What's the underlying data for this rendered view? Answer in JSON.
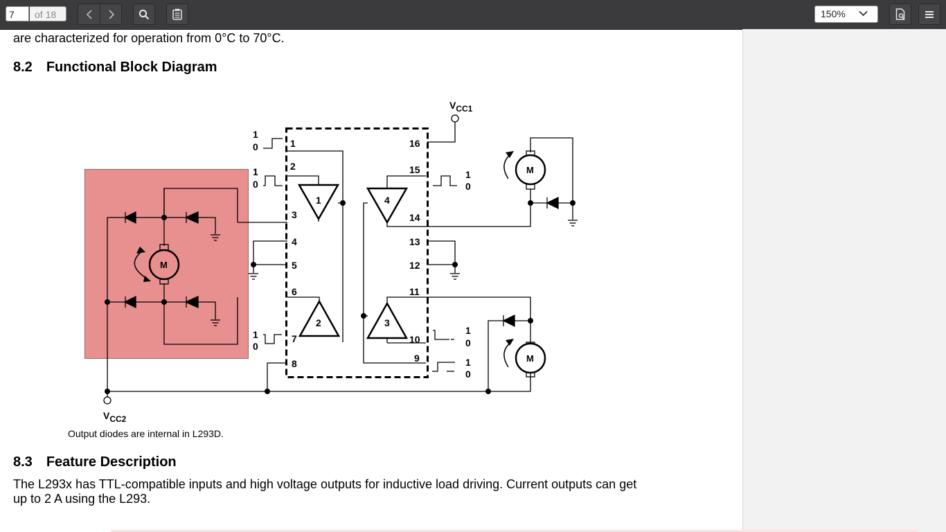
{
  "toolbar": {
    "page_number": "7",
    "page_count_label": "of 18",
    "zoom_value": "150%",
    "icons": [
      "chevron-left-icon",
      "chevron-right-icon",
      "search-icon",
      "annotate-icon",
      "document-properties-icon",
      "menu-icon"
    ]
  },
  "document": {
    "top_line_fragment": "are characterized for operation from 0°C to 70°C.",
    "section_8_2": {
      "number": "8.2",
      "title": "Functional Block Diagram"
    },
    "diagram": {
      "vcc1_main": "V",
      "vcc1_sub": "CC1",
      "vcc2_main": "V",
      "vcc2_sub": "CC2",
      "pins_left": [
        "1",
        "2",
        "3",
        "4",
        "5",
        "6",
        "7",
        "8"
      ],
      "pins_right": [
        "16",
        "15",
        "14",
        "13",
        "12",
        "11",
        "10",
        "9"
      ],
      "drivers": [
        "1",
        "2",
        "3",
        "4"
      ],
      "motor_label": "M",
      "logic_high": "1",
      "logic_low": "0"
    },
    "caption": "Output diodes are internal in L293D.",
    "section_8_3": {
      "number": "8.3",
      "title": "Feature Description"
    },
    "paragraph_line1": "The L293x has TTL-compatible inputs and high voltage outputs for inductive load driving. Current outputs can get",
    "paragraph_line2": "up to 2 A using the L293."
  },
  "highlight_color": "#e88f8f",
  "toolbar_color": "#3b3b3d"
}
